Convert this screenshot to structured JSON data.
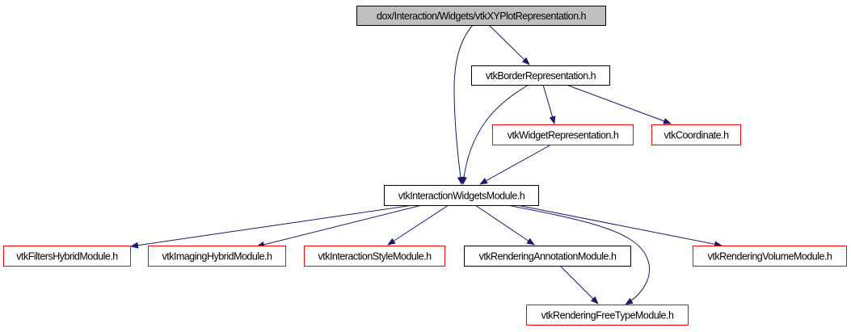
{
  "colors": {
    "edge": "#191970",
    "border_default": "#000000",
    "border_external": "#ff0000",
    "fill_default": "#ffffff",
    "fill_focus": "#bfbfbf"
  },
  "nodes": [
    {
      "id": "xyplot",
      "label": "dox/Interaction/Widgets/vtkXYPlotRepresentation.h",
      "kind": "focus"
    },
    {
      "id": "border",
      "label": "vtkBorderRepresentation.h",
      "kind": "default"
    },
    {
      "id": "widgetrep",
      "label": "vtkWidgetRepresentation.h",
      "kind": "external"
    },
    {
      "id": "coordinate",
      "label": "vtkCoordinate.h",
      "kind": "external"
    },
    {
      "id": "interactionwidgets",
      "label": "vtkInteractionWidgetsModule.h",
      "kind": "default"
    },
    {
      "id": "filtershybrid",
      "label": "vtkFiltersHybridModule.h",
      "kind": "external"
    },
    {
      "id": "imaginghybrid",
      "label": "vtkImagingHybridModule.h",
      "kind": "external"
    },
    {
      "id": "interactionstyle",
      "label": "vtkInteractionStyleModule.h",
      "kind": "external"
    },
    {
      "id": "renderingannotation",
      "label": "vtkRenderingAnnotationModule.h",
      "kind": "default"
    },
    {
      "id": "renderingvolume",
      "label": "vtkRenderingVolumeModule.h",
      "kind": "external"
    },
    {
      "id": "renderingfreetype",
      "label": "vtkRenderingFreeTypeModule.h",
      "kind": "external"
    }
  ],
  "edges": [
    {
      "from": "xyplot",
      "to": "border"
    },
    {
      "from": "xyplot",
      "to": "interactionwidgets"
    },
    {
      "from": "border",
      "to": "interactionwidgets"
    },
    {
      "from": "border",
      "to": "widgetrep"
    },
    {
      "from": "border",
      "to": "coordinate"
    },
    {
      "from": "widgetrep",
      "to": "interactionwidgets"
    },
    {
      "from": "interactionwidgets",
      "to": "filtershybrid"
    },
    {
      "from": "interactionwidgets",
      "to": "imaginghybrid"
    },
    {
      "from": "interactionwidgets",
      "to": "interactionstyle"
    },
    {
      "from": "interactionwidgets",
      "to": "renderingannotation"
    },
    {
      "from": "interactionwidgets",
      "to": "renderingvolume"
    },
    {
      "from": "interactionwidgets",
      "to": "renderingfreetype"
    },
    {
      "from": "renderingannotation",
      "to": "renderingfreetype"
    }
  ]
}
